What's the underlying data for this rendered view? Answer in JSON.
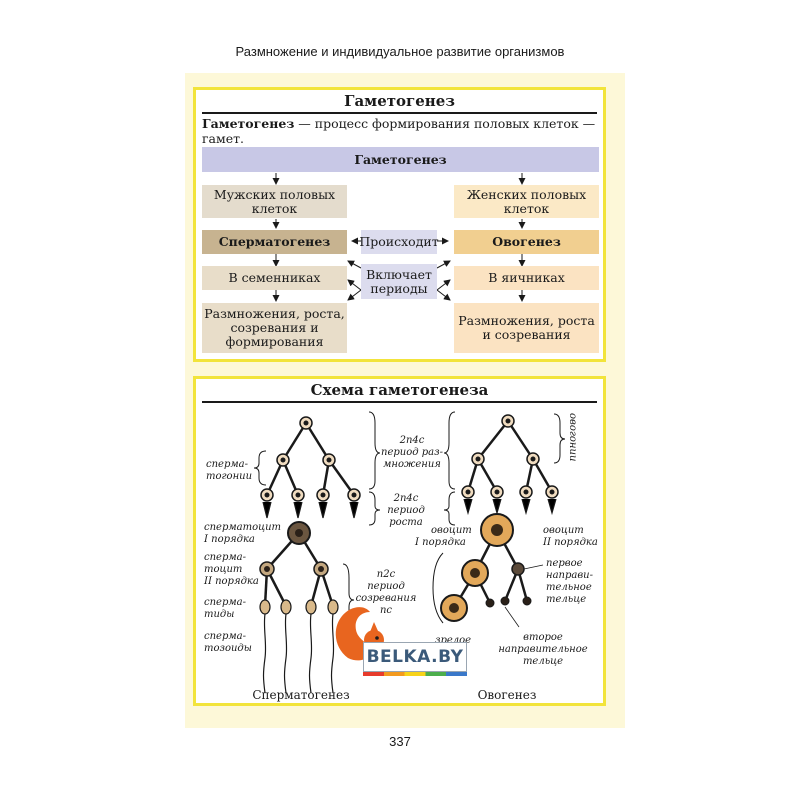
{
  "header": {
    "title": "Размножение и индивидуальное развитие организмов"
  },
  "panel1": {
    "title": "Гаметогенез",
    "definition_term": "Гаметогенез",
    "definition_text": " — процесс формирования половых клеток — гамет.",
    "boxes": {
      "top": "Гаметогенез",
      "male_cells": "Мужских половых клеток",
      "female_cells": "Женских половых клеток",
      "spermatogenesis": "Сперматогенез",
      "oogenesis": "Овогенез",
      "occurs": "Происходит",
      "includes_periods": "Включает периоды",
      "in_testes": "В семенниках",
      "in_ovaries": "В яичниках",
      "male_periods": "Размножения, роста, созревания и формирования",
      "female_periods": "Размножения, роста и созревания"
    }
  },
  "panel2": {
    "title": "Схема гаметогенеза",
    "labels": {
      "spermatogonia_1": "сперма-",
      "spermatogonia_2": "тогонии",
      "spermatocyte1_1": "сперматоцит",
      "spermatocyte1_2": "I порядка",
      "spermatocyte2_1": "сперма-",
      "spermatocyte2_2": "тоцит",
      "spermatocyte2_3": "II порядка",
      "spermatids_1": "сперма-",
      "spermatids_2": "тиды",
      "spermatozoa_1": "сперма-",
      "spermatozoa_2": "тозоиды",
      "period_mult_1": "2n4c",
      "period_mult_2": "период раз-",
      "period_mult_3": "множения",
      "period_growth_1": "2n4c",
      "period_growth_2": "период",
      "period_growth_3": "роста",
      "period_mat_1": "n2c",
      "period_mat_2": "период",
      "period_mat_3": "созревания",
      "period_mat_4": "nc",
      "oogonia": "овогонии",
      "oocyte1_1": "овоцит",
      "oocyte1_2": "I порядка",
      "oocyte2_1": "овоцит",
      "oocyte2_2": "II порядка",
      "first_body_1": "первое",
      "first_body_2": "направи-",
      "first_body_3": "тельное",
      "first_body_4": "тельце",
      "second_body_1": "второе",
      "second_body_2": "направительное",
      "second_body_3": "тельце",
      "mature_egg": "зрелое",
      "caption_sperm": "Сперматогенез",
      "caption_ovo": "Овогенез"
    }
  },
  "watermark": {
    "text": "BELKA.BY"
  },
  "page_number": "337",
  "colors": {
    "frame": "#f2e43b",
    "page_bg": "#fdf8d8",
    "egg": "#e2a85a",
    "cell_dark": "#5b4a3a"
  }
}
